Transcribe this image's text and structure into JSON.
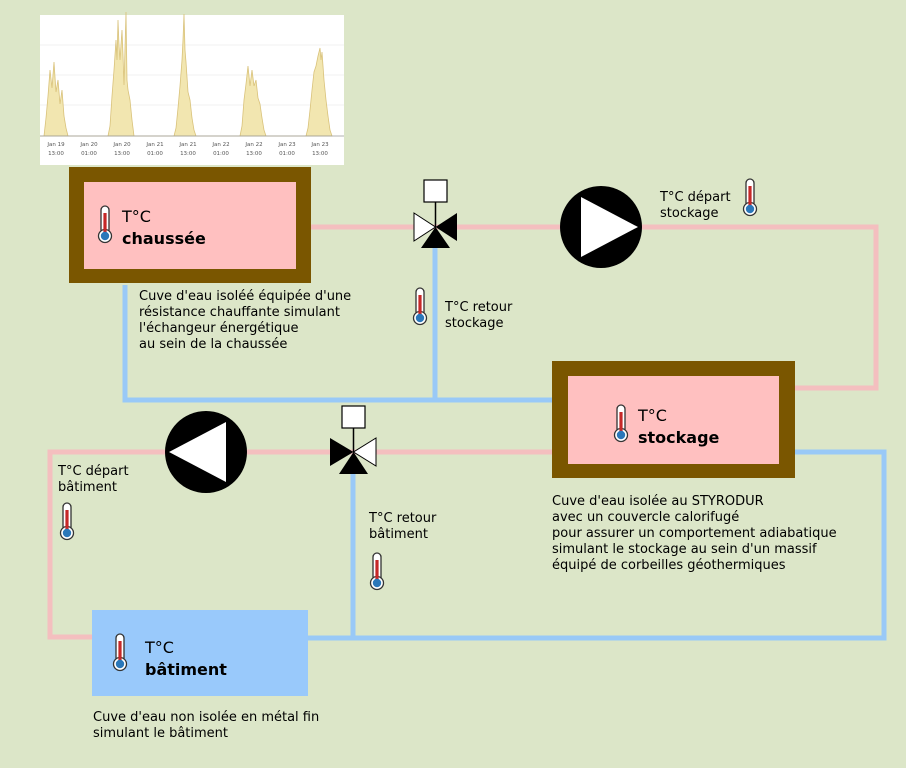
{
  "colors": {
    "background": "#dce6c8",
    "hot_pipe": "#f4bfbf",
    "cold_pipe": "#99c9f7",
    "tank_frame": "#7a5600",
    "hot_tank_fill": "#ffc0c0",
    "building_fill": "#99c9fb",
    "chart_fill": "#f2e6b0",
    "chart_line": "#d9c27a"
  },
  "chart": {
    "tick_labels": [
      {
        "date": "Jan 19",
        "time": "13:00"
      },
      {
        "date": "Jan 20",
        "time": "01:00"
      },
      {
        "date": "Jan 20",
        "time": "13:00"
      },
      {
        "date": "Jan 21",
        "time": "01:00"
      },
      {
        "date": "Jan 21",
        "time": "13:00"
      },
      {
        "date": "Jan 22",
        "time": "01:00"
      },
      {
        "date": "Jan 22",
        "time": "13:00"
      },
      {
        "date": "Jan 23",
        "time": "01:00"
      },
      {
        "date": "Jan 23",
        "time": "13:00"
      }
    ]
  },
  "tanks": {
    "road": {
      "line1": "T°C",
      "line2": "chaussée"
    },
    "storage": {
      "line1": "T°C",
      "line2": "stockage"
    },
    "building": {
      "line1": "T°C",
      "line2": "bâtiment"
    }
  },
  "sensors": {
    "storage_supply": {
      "line1": "T°C départ",
      "line2": "stockage"
    },
    "storage_return": {
      "line1": "T°C retour",
      "line2": "stockage"
    },
    "building_supply": {
      "line1": "T°C départ",
      "line2": "bâtiment"
    },
    "building_return": {
      "line1": "T°C retour",
      "line2": "bâtiment"
    }
  },
  "descriptions": {
    "road": [
      "Cuve d'eau isoléé équipée d'une",
      "résistance chauffante simulant",
      "l'échangeur énergétique",
      "au sein de la chaussée"
    ],
    "storage": [
      "Cuve d'eau isolée au STYRODUR",
      "avec un couvercle calorifugé",
      "pour assurer un comportement adiabatique",
      "simulant le stockage au sein d'un massif",
      "équipé de corbeilles géothermiques"
    ],
    "building": [
      "Cuve d'eau non isolée en métal fin",
      "simulant le bâtiment"
    ]
  }
}
